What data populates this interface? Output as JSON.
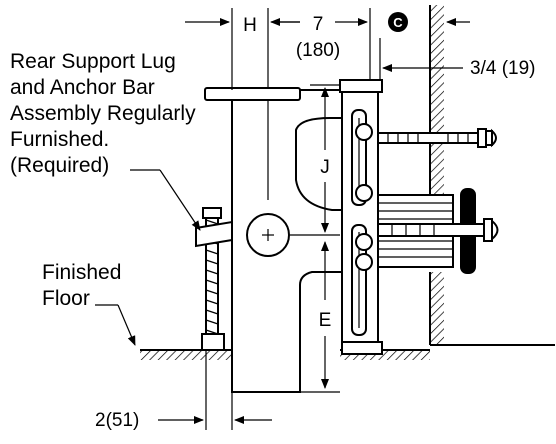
{
  "annotation": {
    "lines": [
      "Rear Support Lug",
      "and Anchor Bar",
      "Assembly Regularly",
      "Furnished.",
      "(Required)"
    ]
  },
  "floor_label": {
    "lines": [
      "Finished",
      "Floor"
    ]
  },
  "dimensions": {
    "h": "H",
    "seven": "7",
    "seven_mm": "(180)",
    "centerline_symbol": "C",
    "three_quarter": "3/4 (19)",
    "j": "J",
    "e": "E",
    "two": "2(51)"
  }
}
